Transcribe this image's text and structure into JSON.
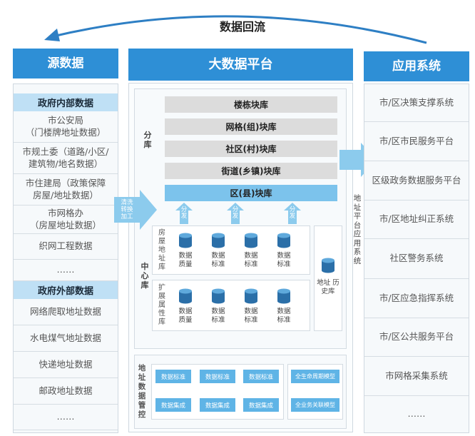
{
  "top_label": "数据回流",
  "source": {
    "title": "源数据",
    "internal_header": "政府内部数据",
    "internal_items": [
      "市公安局\n（门楼牌地址数据）",
      "市规土委（道路/小区/\n建筑物/地名数据）",
      "市住建局（政策保障\n房屋/地址数据）",
      "市网格办\n（房屋地址数据）",
      "织网工程数据",
      "……"
    ],
    "external_header": "政府外部数据",
    "external_items": [
      "网络爬取地址数据",
      "水电煤气地址数据",
      "快递地址数据",
      "邮政地址数据",
      "……"
    ]
  },
  "platform": {
    "title": "大数据平台",
    "fenku_label": "分库",
    "libraries": [
      "楼栋块库",
      "网格(组)块库",
      "社区(村)块库",
      "街道(乡镇)块库",
      "区(县)块库"
    ],
    "distribute_label": "分发",
    "ingest_label": "清洗\n转换\n加工",
    "center_label": "中心库",
    "row1_label": "房屋地址库",
    "row2_label": "扩展属性库",
    "row1_items": [
      "数据\n质量",
      "数据\n标准",
      "数据\n标准",
      "数据\n标准"
    ],
    "row2_items": [
      "数据\n质量",
      "数据\n标准",
      "数据\n标准",
      "数据\n标准"
    ],
    "history_label": "地址\n历史库",
    "mgmt_label": "地址数据管控",
    "mgmt_row1": [
      "数据标准",
      "数据标准",
      "数据标准"
    ],
    "mgmt_row2": [
      "数据集成",
      "数据集成",
      "数据集成"
    ],
    "mgmt_right": [
      "全生命周期模型",
      "全业务关联模型"
    ]
  },
  "apps": {
    "title": "应用系统",
    "side_label": "地址平台应用系统",
    "items": [
      "市/区决策支撑系统",
      "市/区市民服务平台",
      "区级政务数据服务平台",
      "市/区地址纠正系统",
      "社区警务系统",
      "市/区应急指挥系统",
      "市/区公共服务平台",
      "市网格采集系统",
      "……"
    ]
  },
  "colors": {
    "header": "#2e8fd6",
    "highlight": "#bfe0f5",
    "arrow": "#8ccbed"
  }
}
